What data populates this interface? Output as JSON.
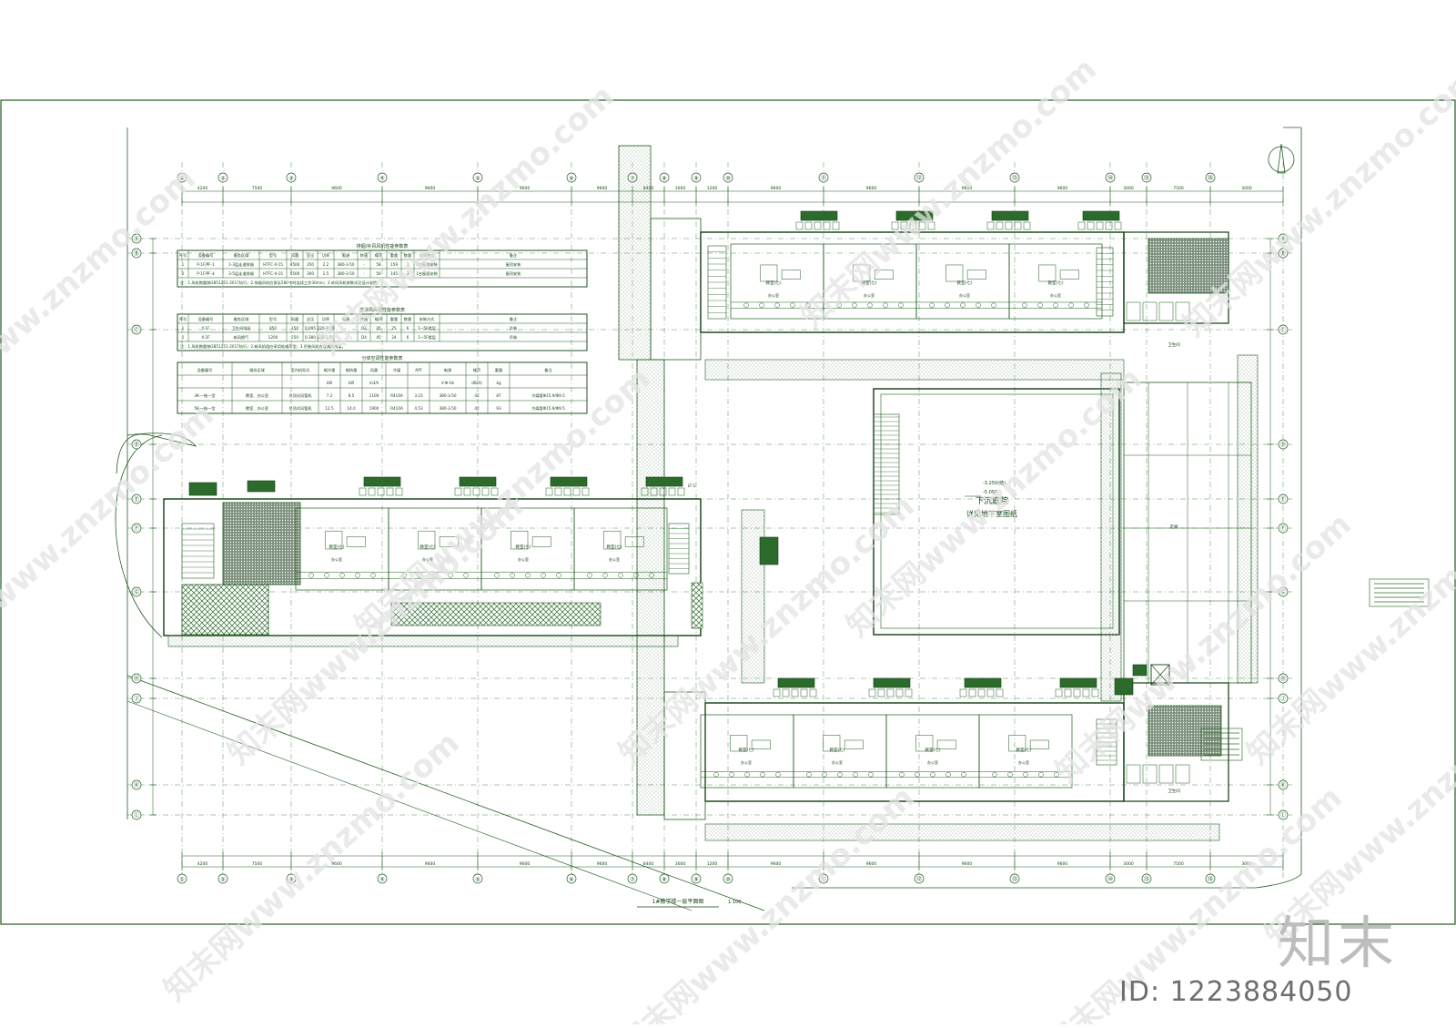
{
  "colors": {
    "line": "#1f5c1f",
    "dark": "#0f3f0f",
    "fill": "#2d6b2d",
    "hatch": "#7a9a7a",
    "grid": "#5a8a5a",
    "watermark": "#e3e3e3",
    "id_text": "#6e6e6e"
  },
  "drawing": {
    "plan_title": "1#教学楼一层平面图",
    "plan_scale": "1:100",
    "courtyard_label_1": "下沉庭院",
    "courtyard_label_2": "详见地下室图纸",
    "courtyard_level": "-5.050",
    "courtyard_level_2": "-3.250(结)"
  },
  "tables": {
    "table1": {
      "title": "排烟/补风风机性能参数表",
      "headers": [
        "序号",
        "设备编号",
        "服务区域",
        "型号",
        "风量",
        "全压",
        "功率",
        "电源",
        "转速",
        "噪声",
        "重量",
        "数量",
        "安装方式",
        "备注"
      ],
      "rows": [
        [
          "1",
          "P-1F/PF-1",
          "1-3层走道排烟",
          "HTFC-II-15",
          "9500",
          "350",
          "2.2",
          "380-3-50",
          "-",
          "58",
          "159",
          "3",
          "1台屋面安装",
          "屋顶安装"
        ],
        [
          "2",
          "P-1F/PF-4",
          "3-5层走道排烟",
          "HTFC-II-15",
          "5500",
          "300",
          "1.5",
          "380-3-50",
          "-",
          "56",
          "145",
          "3",
          "1台屋面安装",
          "屋顶安装"
        ]
      ],
      "note": "注：1.风机数量按GB51251-2017执行；2.排烟风机应保证280℃时连续工作30min；3.补风风机参数详见设计说明。"
    },
    "table2": {
      "title": "送排风风机性能参数表",
      "headers": [
        "序号",
        "设备编号",
        "服务区域",
        "型号",
        "风量",
        "全压",
        "功率",
        "电源",
        "转速",
        "噪声",
        "重量",
        "数量",
        "安装方式",
        "备注"
      ],
      "rows": [
        [
          "1",
          "Y-1F",
          "卫生间排风",
          "850",
          "150",
          "0.095",
          "220-1-50",
          "-",
          "D4",
          "45",
          "25",
          "6",
          "1~5F楼层",
          "吊装"
        ],
        [
          "2",
          "X-2F",
          "新风换气",
          "1200",
          "250",
          "0.380",
          "220-1-50",
          "-",
          "D4",
          "45",
          "24",
          "6",
          "1~5F楼层",
          "吊装"
        ]
      ],
      "note": "注：1.风机数量按GB51251-2017执行；2.新风机组应采用低噪声型；3.吊装风机应设减振吊架。"
    },
    "table3": {
      "title": "分体空调性能参数表",
      "headers": [
        "设备编号",
        "服务区域",
        "室内机形式",
        "制冷量",
        "制热量",
        "风量",
        "冷媒",
        "APF",
        "电源",
        "噪声",
        "重量",
        "备注"
      ],
      "units": [
        "",
        "",
        "",
        "kW",
        "kW",
        "m3/h",
        "",
        "",
        "V-Φ-Hz",
        "dB(A)",
        "kg",
        ""
      ],
      "rows": [
        [
          "3K-一拖一型",
          "教室、办公室",
          "吊顶式风管机",
          "7.2",
          "8.5",
          "1100",
          "R410A",
          "3.10",
          "380-3-50",
          "42",
          "87",
          "冷媒管Φ15.9/Φ9.5"
        ],
        [
          "5K-一拖一型",
          "教室、办公室",
          "吊顶式风管机",
          "12.5",
          "14.0",
          "1900",
          "R410A",
          "4.53",
          "380-3-50",
          "42",
          "93",
          "冷媒管Φ15.9/Φ9.5"
        ]
      ]
    }
  },
  "axis_labels": {
    "top": [
      "①",
      "②",
      "③",
      "④",
      "⑤",
      "⑥",
      "⑦",
      "⑧",
      "⑨",
      "⑩",
      "⑪",
      "⑫",
      "⑬",
      "⑭",
      "⑮",
      "⑯"
    ],
    "dims_top": [
      "4200",
      "7500",
      "9600",
      "9600",
      "9600",
      "9600",
      "8400",
      "3000",
      "1200",
      "9600",
      "9600",
      "9600",
      "9600",
      "3000",
      "7500",
      "3000"
    ],
    "dims_bottom": [
      "4200",
      "7500",
      "9600",
      "9600",
      "9600",
      "9600",
      "8400",
      "3000",
      "1200",
      "9600",
      "9600",
      "9600",
      "9600",
      "3000",
      "7500",
      "3000"
    ],
    "left": [
      "Ⓐ",
      "Ⓑ",
      "Ⓒ",
      "Ⓓ",
      "Ⓔ",
      "Ⓕ",
      "Ⓖ",
      "Ⓗ",
      "Ⓙ",
      "Ⓚ",
      "Ⓛ"
    ]
  },
  "rooms": {
    "classroom": "教室(七)",
    "office": "办公室",
    "toilet": "卫生间",
    "corridor": "走廊",
    "stair": "LT-1"
  },
  "watermark": {
    "text": "知末网www.znzmo.com"
  },
  "brand": {
    "logo": "知末",
    "id": "ID: 1223884050"
  }
}
